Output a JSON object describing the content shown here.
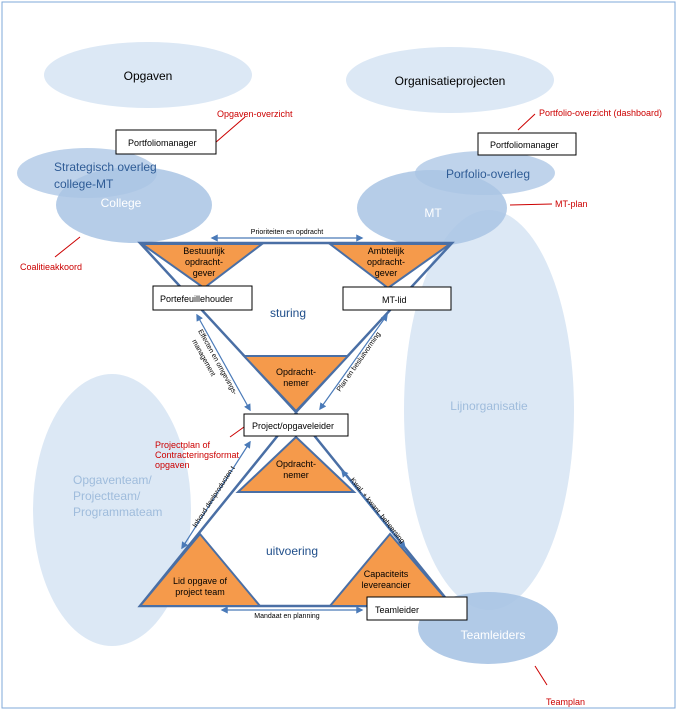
{
  "colors": {
    "ellipse_light": "#dce8f5",
    "ellipse_mid": "#b9cfe8",
    "ellipse_dark": "#8fb0d8",
    "orange": "#f59a4b",
    "triangle_border": "#4a6fa5",
    "red_text": "#cc0000",
    "blue_text": "#1f4e8a",
    "light_blue_text": "#9fbcdc",
    "arrow": "#4a7ab8",
    "frame": "#7fa8d8"
  },
  "ellipses": {
    "opgaven": "Opgaven",
    "organisatieprojecten": "Organisatieprojecten",
    "strategisch_overleg": [
      "Strategisch overleg",
      "college-MT"
    ],
    "college": "College",
    "portfolio_overleg": "Porfolio-overleg",
    "mt": "MT",
    "lijnorganisatie": "Lijnorganisatie",
    "opgaventeam": [
      "Opgaventeam/",
      "Projectteam/",
      "Programmateam"
    ],
    "teamleiders": "Teamleiders"
  },
  "boxes": {
    "portfoliomanager_left": "Portfoliomanager",
    "portfoliomanager_right": "Portfoliomanager",
    "portefeuillehouder": "Portefeuillehouder",
    "mt_lid": "MT-lid",
    "project_opgaveleider": "Project/opgaveleider",
    "teamleider": "Teamleider"
  },
  "red_labels": {
    "opgaven_overzicht": "Opgaven-overzicht",
    "portfolio_overzicht": "Portfolio-overzicht (dashboard)",
    "mt_plan": "MT-plan",
    "coalitieakkoord": "Coalitieakkoord",
    "projectplan": [
      "Projectplan of",
      "Contracteringsformat",
      "opgaven"
    ],
    "teamplan": "Teamplan"
  },
  "triangles": {
    "bestuurlijk": [
      "Bestuurlijk",
      "opdracht-",
      "gever"
    ],
    "ambtelijk": [
      "Ambtelijk",
      "opdracht-",
      "gever"
    ],
    "opdrachtnemer_top": [
      "Opdracht-",
      "nemer"
    ],
    "opdrachtnemer_bottom": [
      "Opdracht-",
      "nemer"
    ],
    "lid_opgave": [
      "Lid opgave of",
      "project team"
    ],
    "capaciteits": [
      "Capaciteits",
      "levereancier"
    ]
  },
  "center_labels": {
    "sturing": "sturing",
    "uitvoering": "uitvoering"
  },
  "arrow_labels": {
    "prioriteiten": "Prioriteiten en opdracht",
    "effecten": [
      "Effecten en omgevings-",
      "management"
    ],
    "plan": "Plan en besluitvorming",
    "inhoud": "Inhoud deelproducten t",
    "kwal": "Kwal. + kwant. beheersing",
    "mandaat": "Mandaat en planning"
  }
}
